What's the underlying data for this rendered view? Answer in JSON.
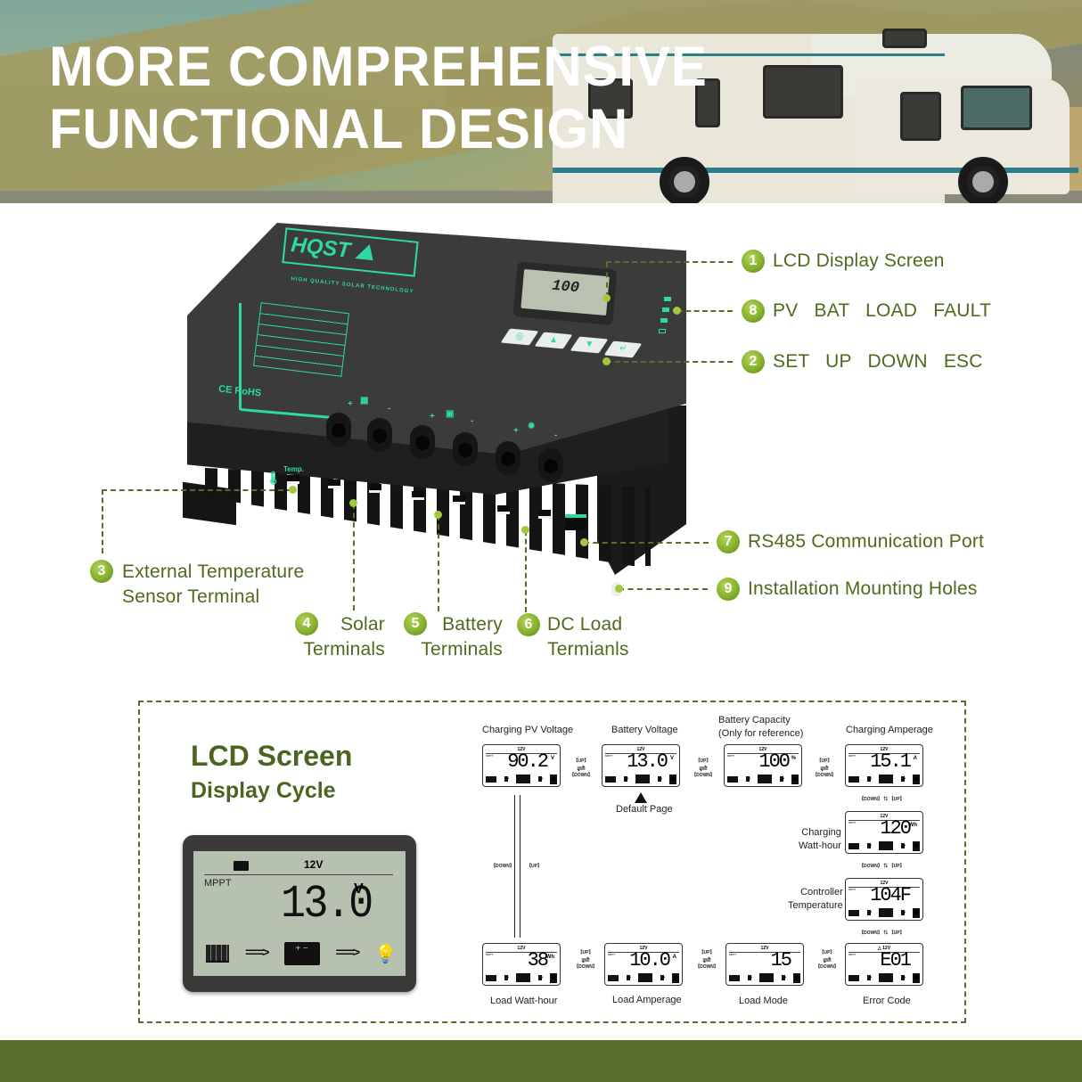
{
  "hero": {
    "title_line1": "MORE COMPREHENSIVE",
    "title_line2": "FUNCTIONAL DESIGN"
  },
  "device": {
    "brand": "HQST",
    "brand_tagline": "HIGH QUALITY SOLAR TECHNOLOGY",
    "certifications": "CE RoHS",
    "lcd_value": "100",
    "temp_label": "Temp.",
    "terminal_signs": [
      "+",
      "-",
      "+",
      "-",
      "+",
      "-"
    ],
    "button_icons": [
      "set-icon",
      "up-icon",
      "down-icon",
      "esc-icon"
    ],
    "led_indicators": [
      "pv-icon",
      "bat-icon",
      "load-icon",
      "fault-icon"
    ]
  },
  "callouts": [
    {
      "num": "1",
      "label": "LCD Display Screen"
    },
    {
      "num": "8",
      "label": "PV   BAT   LOAD   FAULT"
    },
    {
      "num": "2",
      "label": "SET   UP   DOWN   ESC"
    },
    {
      "num": "7",
      "label": "RS485 Communication Port"
    },
    {
      "num": "9",
      "label": "Installation Mounting Holes"
    },
    {
      "num": "3",
      "label_line1": "External Temperature",
      "label_line2": "Sensor Terminal"
    },
    {
      "num": "4",
      "label_line1": "Solar",
      "label_line2": "Terminals"
    },
    {
      "num": "5",
      "label_line1": "Battery",
      "label_line2": "Terminals"
    },
    {
      "num": "6",
      "label_line1": "DC Load",
      "label_line2": "Termianls"
    }
  ],
  "lcd_cycle": {
    "title": "LCD Screen",
    "subtitle": "Display Cycle",
    "big_lcd": {
      "system_voltage": "12V",
      "mode": "MPPT",
      "value": "13.0",
      "unit": "V",
      "arrow": "===>"
    },
    "nav_up": "【UP】",
    "nav_down": "【DOWN】",
    "default_page_label": "Default Page",
    "screens": [
      {
        "caption": "Charging PV Voltage",
        "value": "90.2",
        "unit": "V",
        "sys": "12V"
      },
      {
        "caption": "Battery Voltage",
        "value": "13.0",
        "unit": "V",
        "sys": "12V"
      },
      {
        "caption_line1": "Battery Capacity",
        "caption_line2": "(Only for reference)",
        "value": "100",
        "unit": "%",
        "sys": "12V"
      },
      {
        "caption": "Charging Amperage",
        "value": "15.1",
        "unit": "A",
        "sys": "12V"
      },
      {
        "caption_line1": "Charging",
        "caption_line2": "Watt-hour",
        "value": "120",
        "unit": "Wh",
        "sys": "12V"
      },
      {
        "caption_line1": "Controller",
        "caption_line2": "Temperature",
        "value": "104F",
        "unit": "",
        "sys": "12V"
      },
      {
        "caption": "Error Code",
        "value": "E01",
        "unit": "",
        "sys": "12V"
      },
      {
        "caption": "Load Mode",
        "value": "15",
        "unit": "",
        "sys": "12V"
      },
      {
        "caption": "Load Amperage",
        "value": "10.0",
        "unit": "A",
        "sys": "12V"
      },
      {
        "caption": "Load Watt-hour",
        "value": "38",
        "unit": "Wh",
        "sys": "12V"
      }
    ]
  },
  "colors": {
    "accent_green": "#5a6b2e",
    "badge_green": "#86b02e",
    "device_teal": "#2fd9a6",
    "label_text": "#4f6a1f"
  }
}
